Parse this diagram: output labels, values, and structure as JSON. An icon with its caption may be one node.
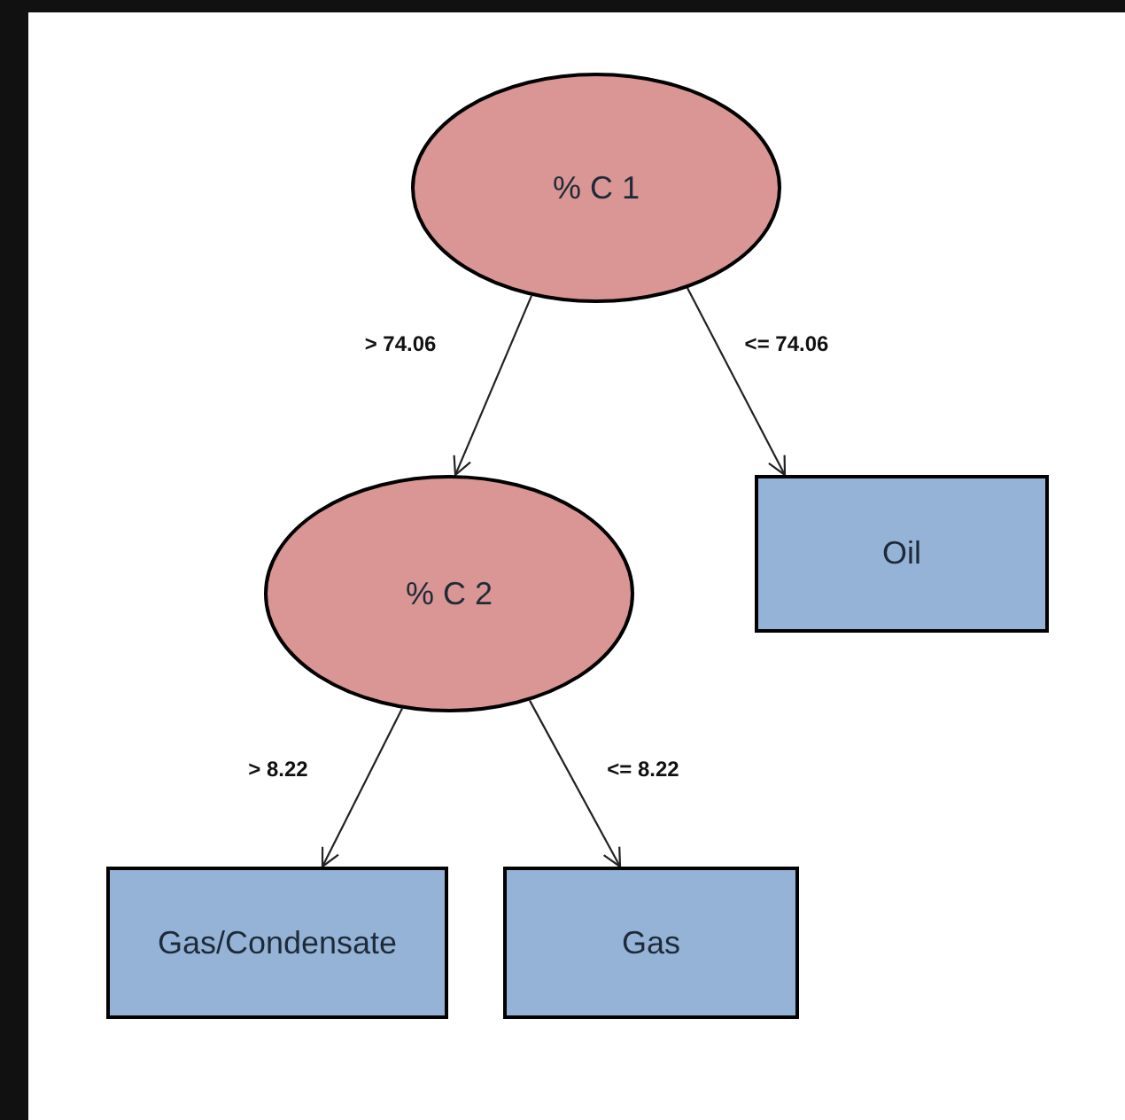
{
  "diagram": {
    "nodes": [
      {
        "text": [
          "% C 1"
        ]
      },
      {
        "text": [
          "% C 2"
        ]
      },
      {
        "text": [
          "Oil"
        ]
      },
      {
        "text": [
          "Gas/Condensate"
        ]
      },
      {
        "text": [
          "Gas"
        ]
      }
    ],
    "edges": [
      {
        "from": 0,
        "to": 1,
        "arrow": "to",
        "label": "> 74.06"
      },
      {
        "from": 0,
        "to": 2,
        "arrow": "to",
        "label": "<= 74.06"
      },
      {
        "from": 1,
        "to": 3,
        "arrow": "to",
        "label": "> 8.22"
      },
      {
        "from": 1,
        "to": 4,
        "arrow": "to",
        "label": "<= 8.22"
      }
    ]
  }
}
